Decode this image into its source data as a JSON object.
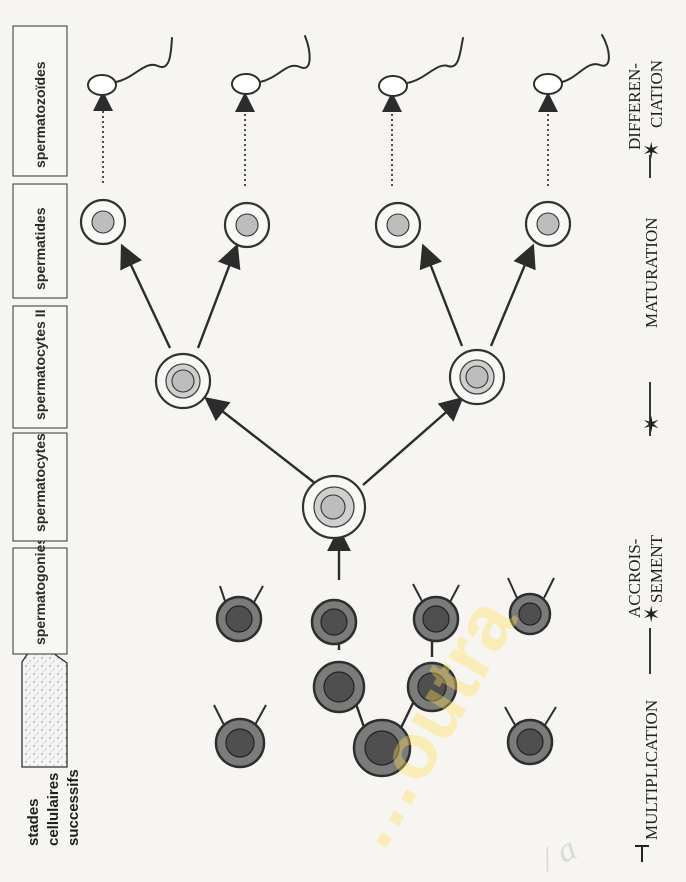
{
  "title": {
    "line1": "stades",
    "line2": "cellulaires",
    "line3": "successifs"
  },
  "stages": [
    "spermatogonies",
    "spermatocytes I",
    "spermatocytes II",
    "spermatides",
    "spermatozoïdes"
  ],
  "phases": {
    "multiplication": "MULTIPLICATION",
    "accroissement_line1": "ACCROIS-",
    "accroissement_line2": "SEMENT",
    "maturation": "MATURATION",
    "differenciation_line1": "DIFFEREN-",
    "differenciation_line2": "CIATION"
  },
  "watermark": {
    "main": "…outra",
    "script": "/ a"
  },
  "colors": {
    "ink": "#2c2c2c",
    "paper": "#f6f5f1",
    "watermark": "#ffde59"
  }
}
